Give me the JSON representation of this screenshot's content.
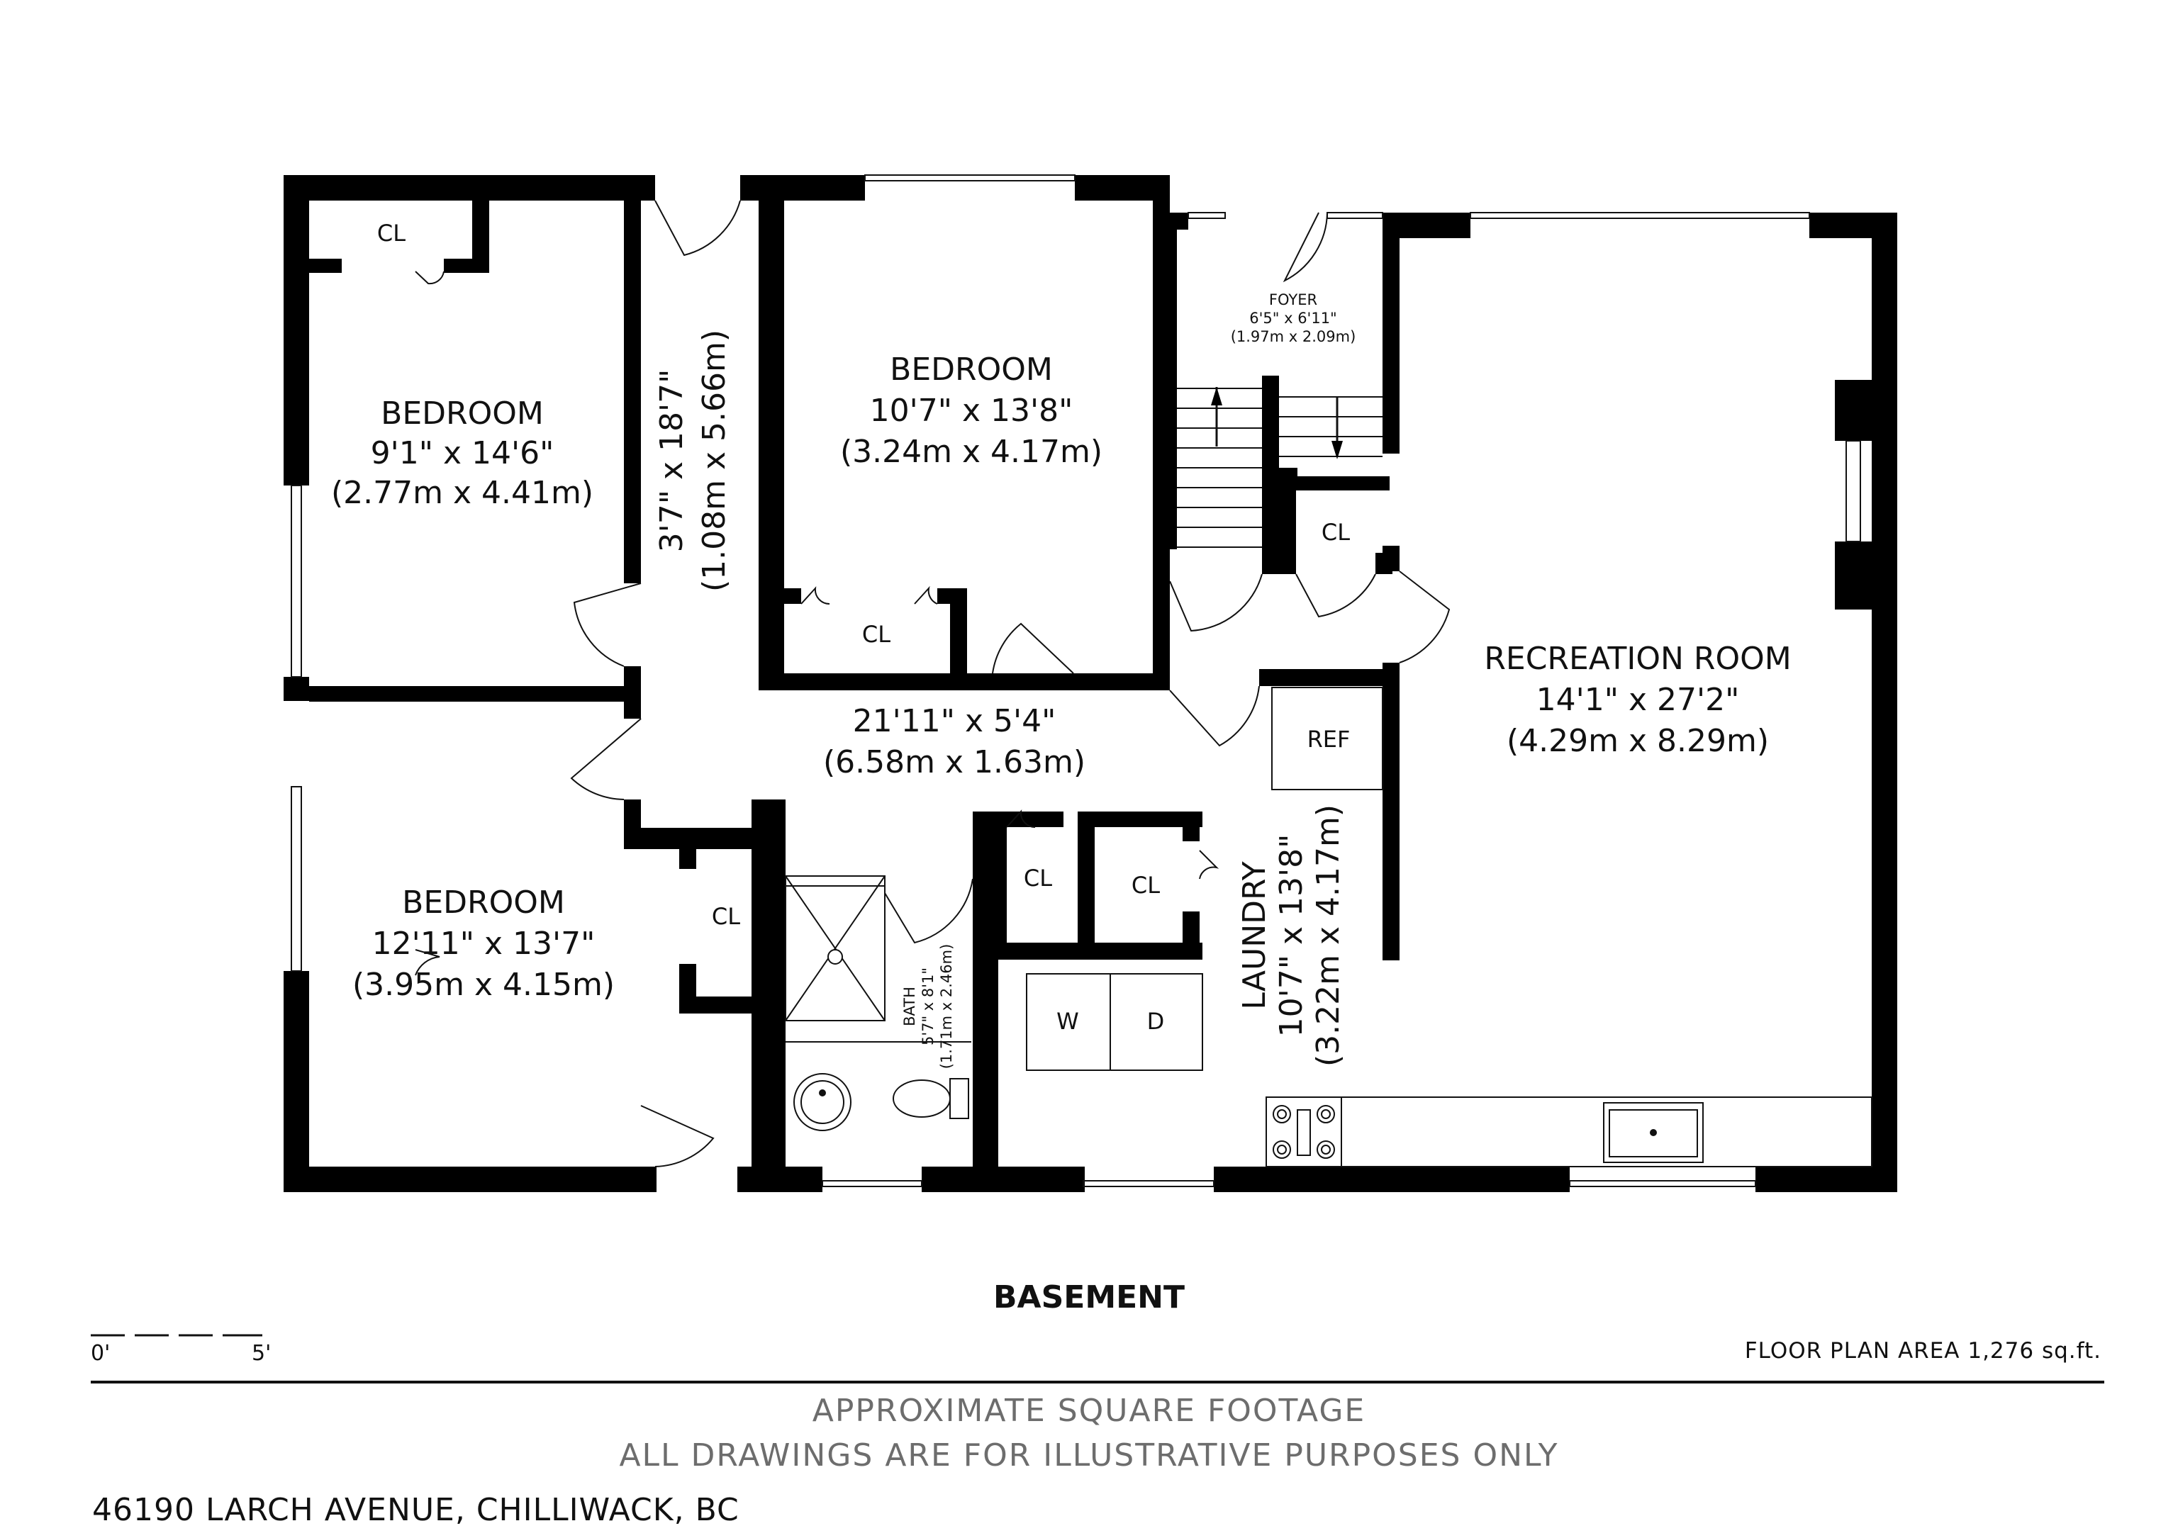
{
  "plan": {
    "level": "BASEMENT",
    "floor_area": "FLOOR PLAN AREA 1,276 sq.ft.",
    "disclaimer_1": "APPROXIMATE SQUARE FOOTAGE",
    "disclaimer_2": "ALL DRAWINGS ARE FOR ILLUSTRATIVE PURPOSES ONLY",
    "address": "46190 LARCH AVENUE, CHILLIWACK, BC",
    "scale_start": "0'",
    "scale_end": "5'"
  },
  "rooms": {
    "bedroom_nw": {
      "name": "BEDROOM",
      "imperial": "9'1\" x 14'6\"",
      "metric": "(2.77m x 4.41m)"
    },
    "bedroom_n": {
      "name": "BEDROOM",
      "imperial": "10'7\" x 13'8\"",
      "metric": "(3.24m x 4.17m)"
    },
    "bedroom_sw": {
      "name": "BEDROOM",
      "imperial": "12'11\" x 13'7\"",
      "metric": "(3.95m x 4.15m)"
    },
    "hall_vertical": {
      "imperial": "3'7\" x 18'7\"",
      "metric": "(1.08m x 5.66m)"
    },
    "hall_horizontal": {
      "imperial": "21'11\" x 5'4\"",
      "metric": "(6.58m x 1.63m)"
    },
    "foyer": {
      "name": "FOYER",
      "imperial": "6'5\" x 6'11\"",
      "metric": "(1.97m x 2.09m)"
    },
    "recreation": {
      "name": "RECREATION ROOM",
      "imperial": "14'1\" x 27'2\"",
      "metric": "(4.29m x 8.29m)"
    },
    "laundry": {
      "name": "LAUNDRY",
      "imperial": "10'7\" x 13'8\"",
      "metric": "(3.22m x 4.17m)"
    },
    "bath": {
      "name": "BATH",
      "imperial": "5'7\" x 8'1\"",
      "metric": "(1.71m x 2.46m)"
    }
  },
  "fixtures": {
    "closet": "CL",
    "fridge": "REF",
    "washer": "W",
    "dryer": "D"
  }
}
